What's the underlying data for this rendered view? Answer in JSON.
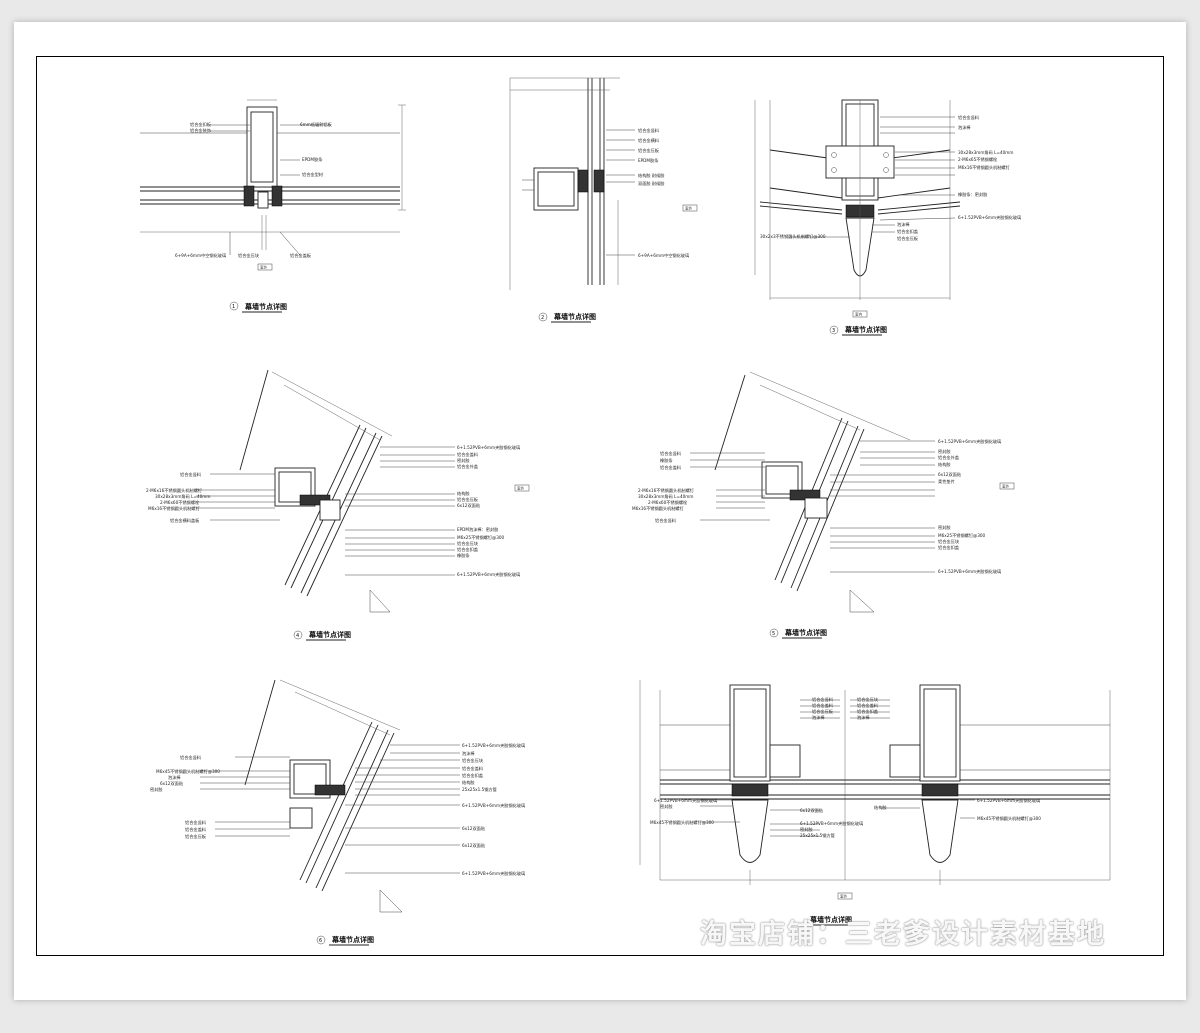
{
  "watermark": "淘宝店铺：三老爹设计素材基地",
  "details": [
    {
      "title": "幕墙节点详图",
      "number": "1",
      "tag": "室外",
      "labels": [
        "铝合金扣板",
        "铝合金装饰",
        "6mm低辐射铝板",
        "EPDM胶条",
        "铝合金型材",
        "6+9A+6mm中空钢化玻璃",
        "铝合金压块",
        "铝合金盖板"
      ]
    },
    {
      "title": "幕墙节点详图",
      "number": "2",
      "tag": "室外",
      "labels": [
        "铝合金竖料",
        "铝合金横料",
        "铝合金压板",
        "EPDM胶条",
        "结构胶 耐候胶",
        "双面胶 耐候胶",
        "6+9A+6mm中空钢化玻璃"
      ]
    },
    {
      "title": "幕墙节点详图",
      "number": "3",
      "tag": "室内",
      "labels": [
        "铝合金竖料",
        "泡沫棒",
        "30x28x3mm角码 L=40mm",
        "2-M6x65不锈钢螺栓",
        "M6x16不锈钢圆头机制螺钉",
        "橡胶条：密封胶",
        "6+1.52PVB+6mm夹胶钢化玻璃",
        "泡沫棒",
        "铝合金扣盖",
        "铝合金压板",
        "30x2x3不锈钢圆头机制螺钉@300"
      ]
    },
    {
      "title": "幕墙节点详图",
      "number": "4",
      "tag": "室外",
      "labels": [
        "铝合金竖料",
        "2-M6x16不锈钢圆头机制螺钉",
        "30x28x3mm角码 L=40mm",
        "2-M6x60不锈钢螺栓",
        "M6x16不锈钢圆头机制螺钉",
        "铝合金横料盖板",
        "6+1.52PVB+6mm夹胶钢化玻璃",
        "铝合金盖料",
        "密封胶",
        "铝合金外盖",
        "结构胶",
        "铝合金压板",
        "6x12双面贴",
        "EPDM泡沫棒：密封胶",
        "M6x25不锈钢螺钉@300",
        "铝合金压块",
        "铝合金扣盖",
        "橡胶条",
        "6+1.52PVB+6mm夹胶钢化玻璃"
      ]
    },
    {
      "title": "幕墙节点详图",
      "number": "5",
      "tag": "室外",
      "labels": [
        "铝合金竖料",
        "橡胶条",
        "6+1.52PVB+6mm夹胶钢化玻璃",
        "铝合金盖料",
        "密封胶",
        "铝合金外盖",
        "铝合金竖料",
        "2-M6x16不锈钢圆头机制螺钉",
        "30x28x3mm角码 L=40mm",
        "2-M6x60不锈钢螺栓",
        "M6x16不锈钢圆头机制螺钉",
        "结构胶",
        "6x12双面贴",
        "柔性垫片",
        "密封胶",
        "M6x25不锈钢螺钉@300",
        "铝合金压块",
        "铝合金扣盖",
        "6+1.52PVB+6mm夹胶钢化玻璃"
      ]
    },
    {
      "title": "幕墙节点详图",
      "number": "6",
      "tag": "室外",
      "labels": [
        "铝合金竖料",
        "泡沫棒",
        "6+1.52PVB+6mm夹胶钢化玻璃",
        "6x12双面贴",
        "结构胶",
        "6+1.52PVB+6mm夹胶钢化玻璃",
        "M6x45不锈钢圆头机制螺钉@300",
        "密封胶",
        "25x25x1.5钢方管",
        "铝合金竖料",
        "铝合金盖料",
        "铝合金压板",
        "泡沫棒",
        "铝合金压块",
        "铝合金盖料",
        "铝合金扣盖"
      ]
    }
  ]
}
